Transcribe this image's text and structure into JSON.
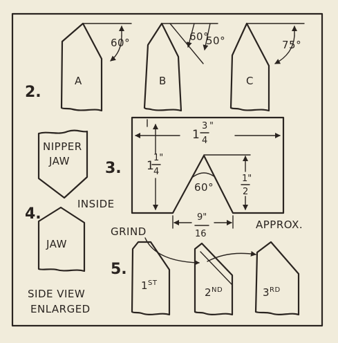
{
  "figure_2": {
    "number": "2.",
    "tools": [
      {
        "label": "A",
        "angles": [
          "60°"
        ]
      },
      {
        "label": "B",
        "angles": [
          "60°",
          "50°"
        ]
      },
      {
        "label": "C",
        "angles": [
          "75°"
        ]
      }
    ]
  },
  "figure_3": {
    "number": "3.",
    "width_whole": "1",
    "width_num": "3",
    "width_den": "4",
    "width_unit": "\"",
    "height_whole": "1",
    "height_num": "1\"",
    "height_den": "4",
    "inner_height_num": "1\"",
    "inner_height_den": "2",
    "angle": "60°",
    "base_num": "9\"",
    "base_den": "16",
    "approx": "APPROX."
  },
  "figure_4": {
    "number": "4.",
    "nipper_jaw_line1": "NIPPER",
    "nipper_jaw_line2": "JAW",
    "inside": "INSIDE",
    "jaw": "JAW",
    "caption_line1": "SIDE VIEW",
    "caption_line2": "ENLARGED"
  },
  "figure_5": {
    "number": "5.",
    "grind": "GRIND",
    "steps": [
      {
        "base": "1",
        "sup": "ST"
      },
      {
        "base": "2",
        "sup": "ND"
      },
      {
        "base": "3",
        "sup": "RD"
      }
    ]
  }
}
